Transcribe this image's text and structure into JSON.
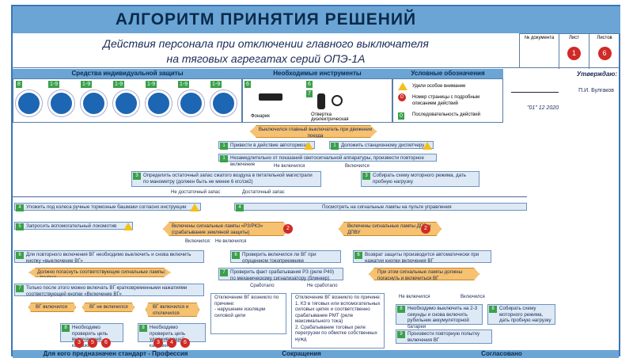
{
  "header": {
    "title": "АЛГОРИТМ ПРИНЯТИЯ РЕШЕНИЙ",
    "subtitle_line1": "Действия персонала при отключении главного выключателя",
    "subtitle_line2": "на тяговых агрегатах серий ОПЭ-1А",
    "doc_label": "№ документа",
    "sheet_label": "Лист",
    "sheets_label": "Листов",
    "sheet": "1",
    "sheets": "6"
  },
  "approval": {
    "title": "Утверждаю:",
    "name": "П.И. Булгаков",
    "date": "\"01\"   12   2020"
  },
  "sections": {
    "ppe": "Средства индивидуальной защиты",
    "tools": "Необходимые инструменты",
    "legend": "Условные обозначения"
  },
  "ppe_nums": [
    "8",
    "1-9",
    "1-9",
    "1-9",
    "1-9",
    "1-9",
    "1-9"
  ],
  "tools": {
    "num1": "6",
    "num2": "6",
    "num3": "7",
    "flashlight": "Фонарик",
    "screwdriver": "Отвертка диэлектрическая"
  },
  "legend": {
    "l1": "Удели особое внимание",
    "l2": "Номер страницы с подробным описанием действий",
    "l3": "Последовательность действий",
    "l2num": "0",
    "l3num": "0"
  },
  "flow": {
    "start": "Выключился главный выключатель при движении поезда",
    "a1": "Привести в действие автотормоза",
    "a1n": "1",
    "a2": "Доложить станционному диспетчеру",
    "a2n": "1",
    "b1": "Незамедлительно от показаний светосигнальной аппаратуры, произвести повторное включение",
    "b1n": "1",
    "nv1": "Не включился",
    "v1": "Включился",
    "c1": "Определить остаточный запас сжатого воздуха в питательной магистрали по манометру (должен быть не менее 6 кгс/см2)",
    "c1n": "3",
    "c2": "Собирать схему моторного режима, дать пробную нагрузку",
    "c2n": "3",
    "nz": "Не достаточный запас",
    "dz": "Достаточный запас",
    "d1": "Уложить под колеса ручные тормозные башмаки согласно инструкции",
    "d1n": "4",
    "d2": "Посмотреть на сигнальные лампы на пульте управления",
    "d2n": "4",
    "e1": "Запросить вспомогательный локомотив",
    "e1n": "5",
    "o1": "Включены сигнальные лампы «РЗ/РКЗ» (срабатывание земляной защиты)",
    "o2": "Включены сигнальные лампы ДПВ и ДПВУ",
    "vk": "Включился:",
    "nvk": "Не включился",
    "f1": "Для повторного включения ВГ необходимо выключить и снова включить кнопку «выключение ВГ»",
    "f1n": "6",
    "f2": "Проверить включился ли ВГ при опущенном токоприемнике",
    "f2n": "6",
    "f3": "Возврат защиты производится автоматически при нажатии кнопки включения ВГ",
    "f3n": "6",
    "g1": "Должно погаснуть соответствующие сигнальные лампы: «РЗ/РКЗ»",
    "g2": "Проверить факт срабатывания РЗ (реле Р40) по механическому сигнализатору (блинкер)",
    "g2n": "7",
    "g3": "При этом сигнальные лампы должны погаснуть и включиться ВГ",
    "srab": "Сработало",
    "nsrab": "Не сработало",
    "h1": "Только после этого можно включать ВГ кратковременными нажатиями соответствующей кнопки «Включение ВГ»",
    "h1n": "7",
    "i1": "ВГ включился",
    "i2": "ВГ не включился",
    "i3": "ВГ включился и отключился",
    "j1": "Необходимо проверить цепь включающей катушки",
    "j1n": "8",
    "j2": "Необходимо проверить цепь удерживающей катушки",
    "j2n": "8",
    "k1": "Отключение ВГ возникло по причине:\n- нарушение изоляции силовой цепи",
    "k2": "Отключение ВГ возникло по причине:\n1. КЗ в тяговых или вспомогательных силовых цепях и соответственно срабатывание РМТ (реле максимального тока)\n2. Срабатывание тоговых реле перегрузки по обмотке собственных нужд",
    "nv2": "Не включился",
    "v2": "Включился",
    "l1": "Необходимо выключить на 2-3 секунды и снова включить рубильник аккумуляторной батареи",
    "l1n": "8",
    "l2": "Собирать схему моторного режима, дать пробную нагрузку",
    "l2n": "8",
    "m1": "Произвести повторную попытку включения ВГ",
    "m1n": "9"
  },
  "footer": {
    "f1": "Для кого предназначен стандарт - Профессия",
    "f2": "Сокращения",
    "f3": "Согласовано"
  }
}
